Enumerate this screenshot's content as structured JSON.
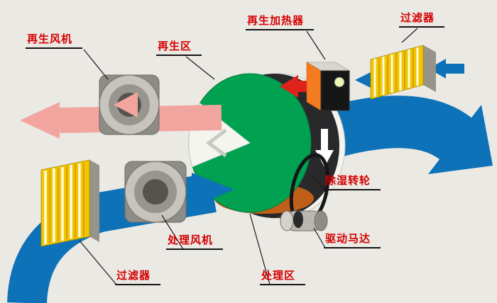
{
  "diagram": {
    "title": "rotary-desiccant-dehumidifier-diagram",
    "labels": {
      "regen_fan": "再生风机",
      "regen_zone": "再生区",
      "regen_heater": "再生加热器",
      "filter_top": "过滤器",
      "dehumid_wheel": "除湿转轮",
      "drive_motor": "驱动马达",
      "process_zone": "处理区",
      "process_fan": "处理风机",
      "filter_bottom": "过滤器"
    },
    "colors": {
      "process_air": "#0d72b8",
      "regen_exhaust": "#f2a59e",
      "hot_air": "#e0231a",
      "wheel_face": "#00a150",
      "wheel_regen_sector": "#f5f5f0",
      "filter_media": "#f3c400",
      "heater_body": "#f47b20",
      "label_text": "#d40000",
      "background": "#ebe9e4"
    }
  }
}
